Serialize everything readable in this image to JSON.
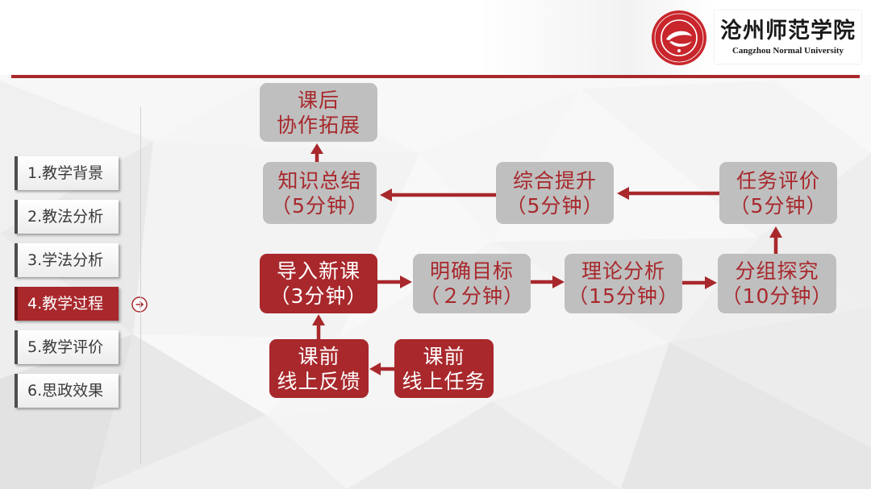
{
  "logo": {
    "emblem_icon": "university-emblem-icon",
    "name_cn": "沧州师范学院",
    "name_en": "Cangzhou Normal University"
  },
  "colors": {
    "accent": "#a8282c",
    "node_gray": "#bfbfbf",
    "emblem": "#c8262c",
    "text_on_red": "#ffffff"
  },
  "sidebar": {
    "active_marker_icon": "arrow-right-circle-icon",
    "items": [
      {
        "label": "1.教学背景",
        "active": false
      },
      {
        "label": "2.教法分析",
        "active": false
      },
      {
        "label": "3.学法分析",
        "active": false
      },
      {
        "label": "4.教学过程",
        "active": true
      },
      {
        "label": "5.教学评价",
        "active": false
      },
      {
        "label": "6.思政效果",
        "active": false
      }
    ]
  },
  "flow": {
    "after_class": {
      "line1": "课后",
      "line2": "协作拓展"
    },
    "summary": {
      "line1": "知识总结",
      "line2": "（5分钟）"
    },
    "improve": {
      "line1": "综合提升",
      "line2": "（5分钟）"
    },
    "task_eval": {
      "line1": "任务评价",
      "line2": "（5分钟）"
    },
    "intro": {
      "line1": "导入新课",
      "line2": "（3分钟）"
    },
    "objectives": {
      "line1": "明确目标",
      "line2": "（２分钟）"
    },
    "theory": {
      "line1": "理论分析",
      "line2": "（15分钟）"
    },
    "group": {
      "line1": "分组探究",
      "line2": "（10分钟）"
    },
    "pre_feedback": {
      "line1": "课前",
      "line2": "线上反馈"
    },
    "pre_task": {
      "line1": "课前",
      "line2": "线上任务"
    }
  }
}
